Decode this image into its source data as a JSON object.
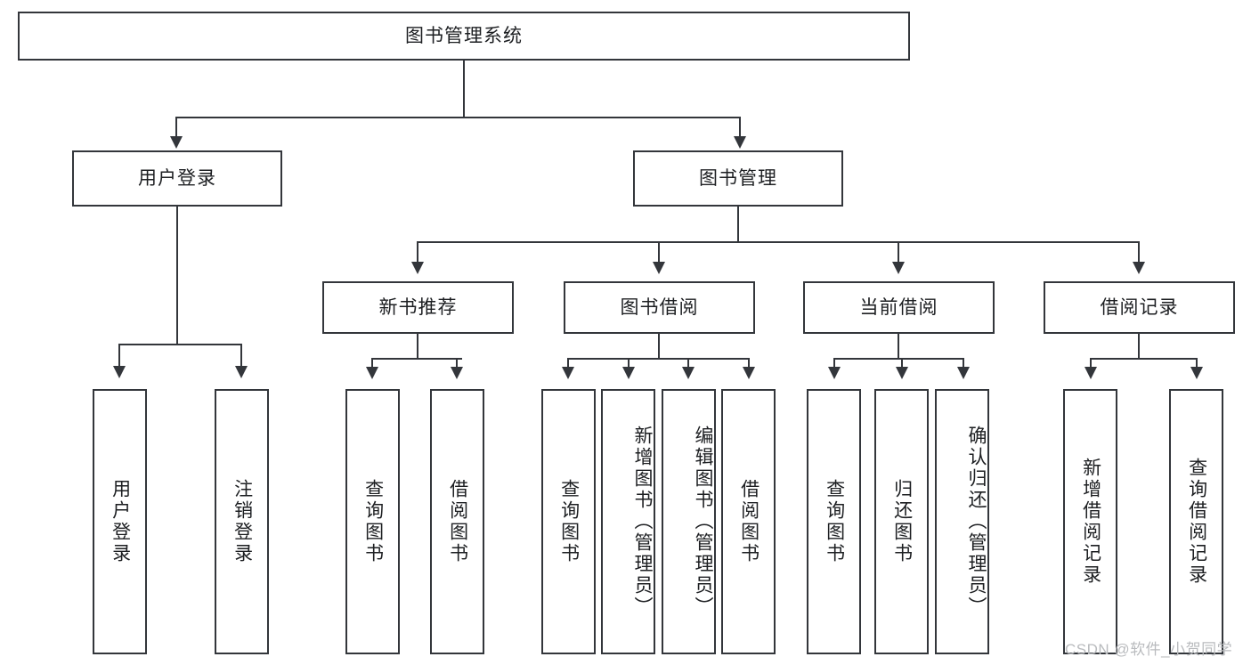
{
  "diagram": {
    "title": "图书管理系统",
    "type": "tree-hierarchy-chart",
    "root": {
      "label": "图书管理系统"
    },
    "level2": [
      {
        "label": "用户登录"
      },
      {
        "label": "图书管理"
      }
    ],
    "level3": [
      {
        "label": "新书推荐"
      },
      {
        "label": "图书借阅"
      },
      {
        "label": "当前借阅"
      },
      {
        "label": "借阅记录"
      }
    ],
    "leaves": {
      "user_login": [
        {
          "label": "用户登录"
        },
        {
          "label": "注销登录"
        }
      ],
      "new_book_recommend": [
        {
          "label": "查询图书"
        },
        {
          "label": "借阅图书"
        }
      ],
      "book_borrow": [
        {
          "label": "查询图书"
        },
        {
          "label": "新增图书（管理员）"
        },
        {
          "label": "编辑图书（管理员）"
        },
        {
          "label": "借阅图书"
        }
      ],
      "current_borrow": [
        {
          "label": "查询图书"
        },
        {
          "label": "归还图书"
        },
        {
          "label": "确认归还（管理员）"
        }
      ],
      "borrow_record": [
        {
          "label": "新增借阅记录"
        },
        {
          "label": "查询借阅记录"
        }
      ]
    }
  },
  "watermark": {
    "text": "CSDN @软件_小贺同学"
  },
  "colors": {
    "stroke": "#33363b",
    "fill": "#ffffff",
    "text": "#1d1f22",
    "watermark": "#b9bbbe"
  }
}
